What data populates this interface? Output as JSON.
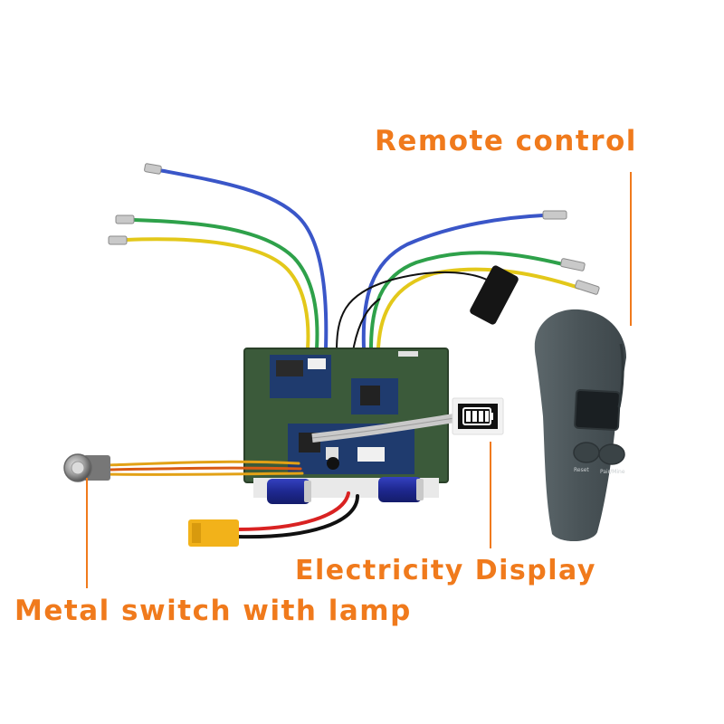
{
  "labels": {
    "remote_control": "Remote control",
    "electricity_display": "Electricity Display",
    "metal_switch": "Metal switch with lamp"
  },
  "remote_buttons": {
    "left": "Reset",
    "right": "Pair/Mine"
  },
  "colors": {
    "callout": "#f07a1c",
    "pcb": "#3b5a3a",
    "remote": "#4f5a5e",
    "wire_blue": "#3a56c8",
    "wire_green": "#2ea14a",
    "wire_yellow": "#e3c81a",
    "capacitor": "#2430a0",
    "xt60": "#f2b21a"
  }
}
